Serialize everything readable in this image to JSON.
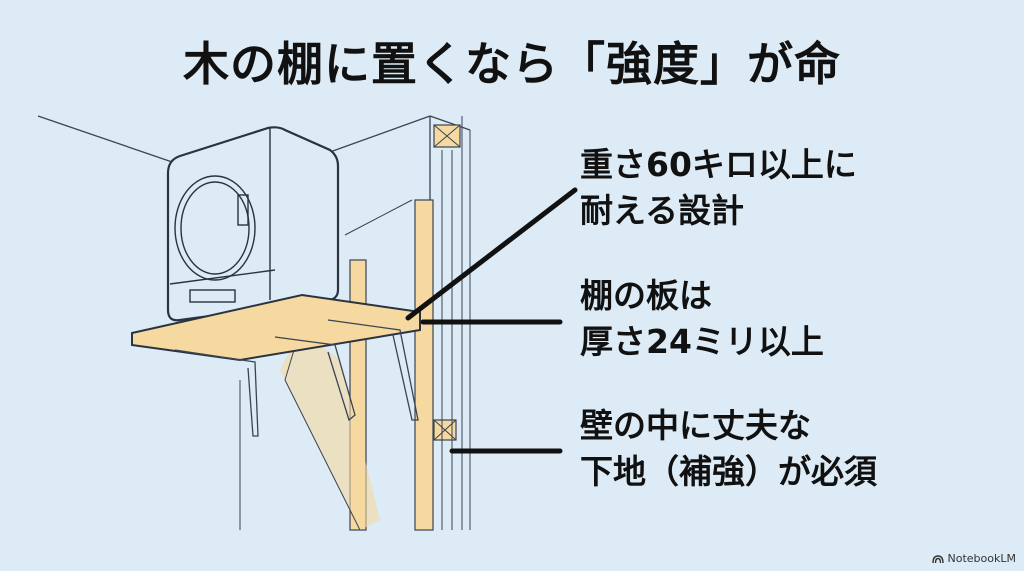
{
  "title": "木の棚に置くなら「強度」が命",
  "callouts": [
    {
      "lines": [
        "重さ60キロ以上に",
        "耐える設計"
      ]
    },
    {
      "lines": [
        "棚の板は",
        "厚さ24ミリ以上"
      ]
    },
    {
      "lines": [
        "壁の中に丈夫な",
        "下地（補強）が必須"
      ]
    }
  ],
  "illustration": {
    "subject": "dryer on wooden wall shelf with internal wall studs",
    "colors": {
      "background": "#dcebf5",
      "wood": "#f5d9a0",
      "line": "#2a3340",
      "leader": "#111111"
    }
  },
  "brand": {
    "label": "NotebookLM",
    "icon": "notebooklm-logo-icon"
  }
}
